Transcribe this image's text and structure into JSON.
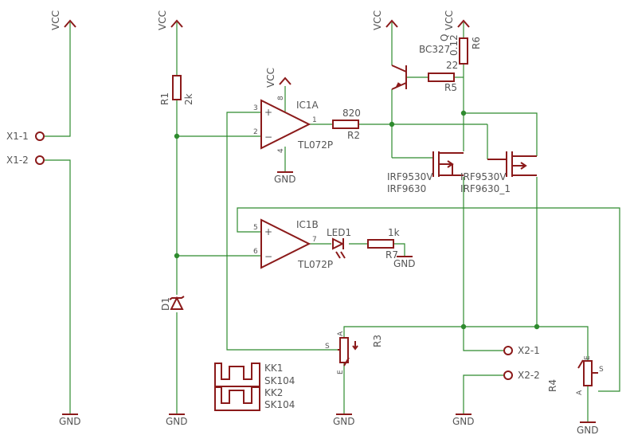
{
  "labels": {
    "vcc": "VCC",
    "gnd": "GND",
    "x1_1": "X1-1",
    "x1_2": "X1-2",
    "x2_1": "X2-1",
    "x2_2": "X2-2",
    "r1": "R1",
    "r1_val": "2k",
    "r2": "R2",
    "r2_val": "820",
    "r3": "R3",
    "r4": "R4",
    "r5": "R5",
    "r5_val": "22",
    "r6": "R6",
    "r6_val": "0.12",
    "r7": "R7",
    "r7_val": "1k",
    "ic1a": "IC1A",
    "ic1b": "IC1B",
    "tl072p": "TL072P",
    "led1": "LED1",
    "d1": "D1",
    "q": "Q",
    "bc327": "BC327",
    "fet1a": "IRF9530V",
    "fet1b": "IRF9630",
    "fet2a": "IRF9530V",
    "fet2b": "IRF9630_1",
    "kk1": "KK1",
    "kk1_val": "SK104",
    "kk2": "KK2",
    "kk2_val": "SK104",
    "pin3": "3",
    "pin2": "2",
    "pin1": "1",
    "pin8": "8",
    "pin4": "4",
    "pin5": "5",
    "pin6": "6",
    "pin7": "7",
    "plus": "+",
    "minus": "−",
    "pin_s": "S",
    "pin_a": "A",
    "pin_e": "E"
  },
  "colors": {
    "wire": "#2e8b2e",
    "part": "#8b1a1a",
    "text": "#555555"
  }
}
